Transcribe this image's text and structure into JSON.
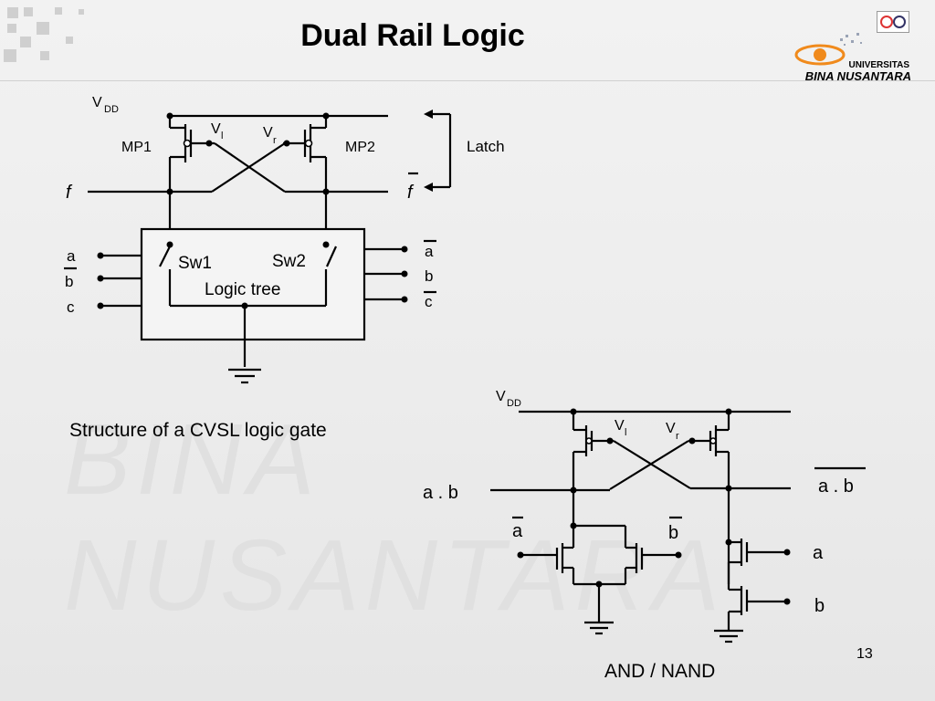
{
  "slide": {
    "title": "Dual Rail Logic",
    "page_number": "13",
    "watermark": "BINA NUSANTARA",
    "logo": {
      "line1": "UNIVERSITAS",
      "line2": "BINA NUSANTARA"
    }
  },
  "cvsl_figure": {
    "caption": "Structure of a CVSL logic gate",
    "vdd": "V",
    "vdd_sub": "DD",
    "vl": "V",
    "vl_sub": "l",
    "vr": "V",
    "vr_sub": "r",
    "mp1": "MP1",
    "mp2": "MP2",
    "latch": "Latch",
    "f": "f",
    "f_bar": "f",
    "sw1": "Sw1",
    "sw2": "Sw2",
    "logic_tree": "Logic tree",
    "inputs_left": [
      "a",
      "b",
      "c"
    ],
    "inputs_right": [
      "a",
      "b",
      "c"
    ]
  },
  "and_nand_figure": {
    "caption": "AND / NAND",
    "vdd": "V",
    "vdd_sub": "DD",
    "vl": "V",
    "vl_sub": "l",
    "vr": "V",
    "vr_sub": "r",
    "out_left": "a . b",
    "out_right": "a . b",
    "in_a_bar": "a",
    "in_b_bar": "b",
    "in_a": "a",
    "in_b": "b"
  },
  "colors": {
    "line": "#000000",
    "accent": "#f08a1c"
  }
}
